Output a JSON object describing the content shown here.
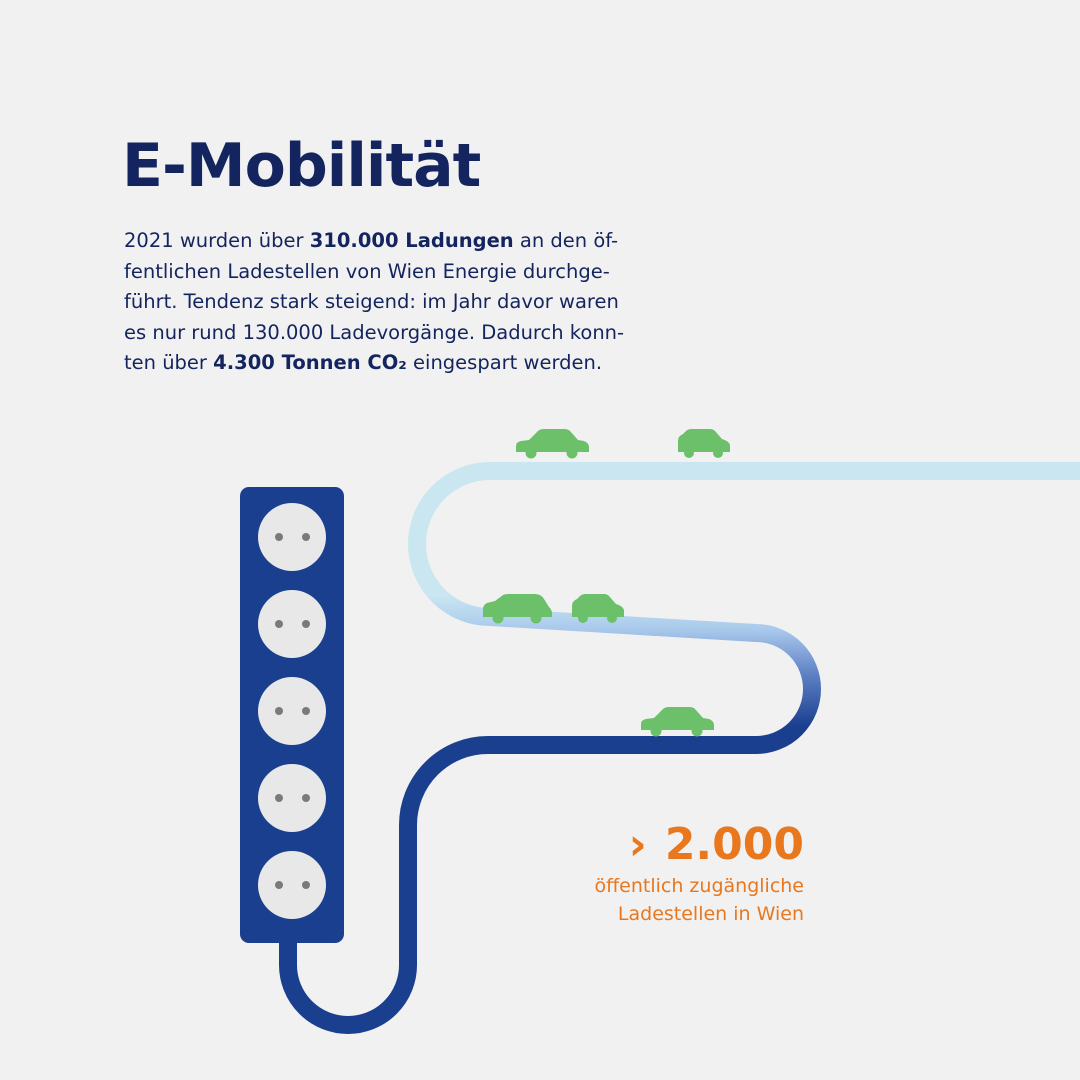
{
  "title": "E-Mobilität",
  "paragraph": {
    "l1_a": "2021 wurden über ",
    "l1_b": "310.000 Ladungen",
    "l1_c": " an den öf-",
    "l2": "fentlichen Ladestellen von Wien Energie durchge-",
    "l3": "führt. Tendenz stark steigend: im Jahr davor waren",
    "l4": "es nur rund 130.000 Ladevorgänge. Dadurch konn-",
    "l5_a": "ten über ",
    "l5_b": "4.300 Tonnen CO₂",
    "l5_c": " eingespart werden."
  },
  "stat": {
    "chevron": "›",
    "number": "2.000",
    "caption_line1": "öffentlich zugängliche",
    "caption_line2": "Ladestellen in Wien"
  },
  "icons": [
    "power-strip-icon",
    "socket-icon",
    "car-icon",
    "cable-icon"
  ],
  "colors": {
    "background": "#f1f1f1",
    "navy": "#14245e",
    "strip_blue": "#1a3f8f",
    "socket": "#e8e8e8",
    "cable_light": "#c9e6f1",
    "cable_dark": "#1a3f8f",
    "car_green": "#6cc06a",
    "accent_orange": "#e8771e"
  }
}
